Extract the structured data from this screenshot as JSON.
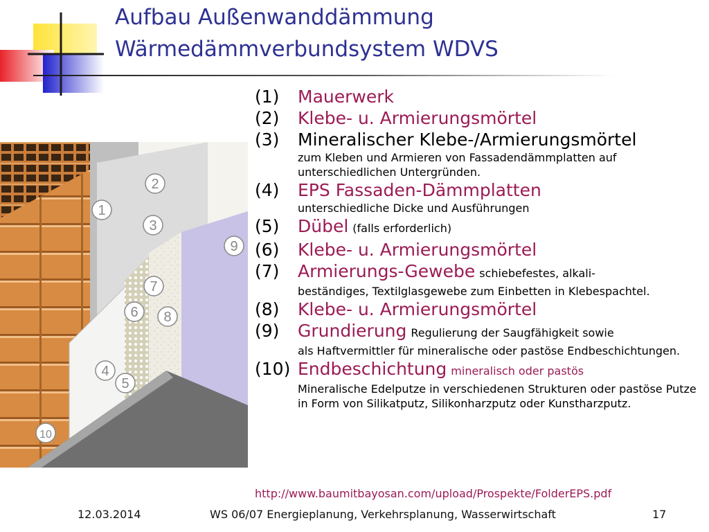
{
  "slide": {
    "title_line1": "Aufbau Außenwanddämmung",
    "title_line2": "Wärmedämmverbundsystem WDVS"
  },
  "illustration": {
    "labels": [
      "1",
      "2",
      "3",
      "4",
      "5",
      "6",
      "7",
      "8",
      "9",
      "10"
    ]
  },
  "items": [
    {
      "num": "(1)",
      "head": "Mauerwerk",
      "head_color": "red",
      "inline": "",
      "sub": ""
    },
    {
      "num": "(2)",
      "head": "Klebe- u. Armierungsmörtel",
      "head_color": "red",
      "inline": "",
      "sub": ""
    },
    {
      "num": "(3)",
      "head": "Mineralischer Klebe-/Armierungsmörtel",
      "head_color": "black",
      "inline": "",
      "sub": "zum Kleben und Armieren von Fassadendämmplatten auf unterschiedlichen Untergründen."
    },
    {
      "num": "(4)",
      "head": "EPS Fassaden-Dämmplatten",
      "head_color": "red",
      "inline": "",
      "sub": "unterschiedliche Dicke und Ausführungen"
    },
    {
      "num": "(5)",
      "head": "Dübel",
      "head_color": "red",
      "inline": "(falls erforderlich)",
      "sub": ""
    },
    {
      "num": "(6)",
      "head": "Klebe- u. Armierungsmörtel",
      "head_color": "red",
      "inline": "",
      "sub": ""
    },
    {
      "num": "(7)",
      "head": "Armierungs-Gewebe",
      "head_color": "red",
      "inline": "schiebefestes, alkali-",
      "sub": "beständiges, Textilglasgewebe zum Einbetten in Klebespachtel."
    },
    {
      "num": "(8)",
      "head": "Klebe- u. Armierungsmörtel",
      "head_color": "red",
      "inline": "",
      "sub": ""
    },
    {
      "num": "(9)",
      "head": "Grundierung",
      "head_color": "red",
      "inline": "Regulierung der Saugfähigkeit sowie",
      "sub": "als Haftvermittler für mineralische oder pastöse Endbeschichtungen."
    },
    {
      "num": "(10)",
      "head": "Endbeschichtung",
      "head_color": "red",
      "inline": "mineralisch oder pastös",
      "inline_color": "red",
      "sub": "Mineralische Edelputze in verschiedenen Strukturen oder pastöse Putze in Form von Silikatputz, Silikonharzputz oder Kunstharzputz."
    }
  ],
  "source_url": "http://www.baumitbayosan.com/upload/Prospekte/FolderEPS.pdf",
  "footer": {
    "date": "12.03.2014",
    "course": "WS 06/07 Energieplanung, Verkehrsplanung, Wasserwirtschaft",
    "page": "17"
  },
  "colors": {
    "title": "#2e3192",
    "accent_red": "#9b1b55",
    "logo_yellow": "#ffe33a",
    "logo_red": "#e8232a",
    "logo_blue": "#2f2fd0"
  }
}
